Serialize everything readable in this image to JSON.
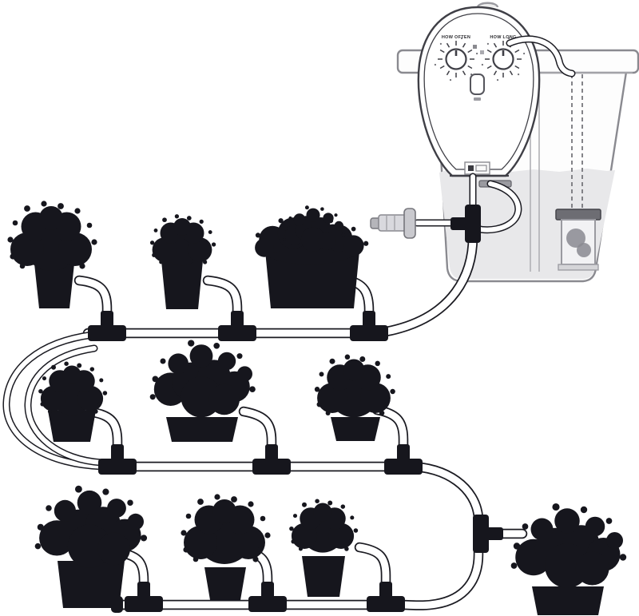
{
  "diagram": {
    "kind": "drip-irrigation-watering-system",
    "description": "Automatic holiday watering set: timer pump on a water reservoir feeds a drip line to three rows of potted plants and one extra plant",
    "pump": {
      "dial_left_label": "HOW OFTEN",
      "dial_right_label": "HOW LONG",
      "dial_count": 2,
      "has_center_button": true,
      "has_label_plate": true
    },
    "reservoir": {
      "has_water": true,
      "suction_line_style": "dashed",
      "has_strainer_weight": true
    },
    "plants": {
      "row1_count": 3,
      "row2_count": 3,
      "row3_count": 3,
      "extra_count": 1,
      "total": 10
    },
    "fittings": {
      "tee_connector_count": 11,
      "end_cap_count": 1,
      "barbed_inlet_fitting_count": 1
    },
    "colors": {
      "silhouette": "#16161d",
      "line": "#3f3f46",
      "water": "#e8e8ea",
      "fitting_gray": "#c9c9ce",
      "background": "#ffffff"
    }
  }
}
